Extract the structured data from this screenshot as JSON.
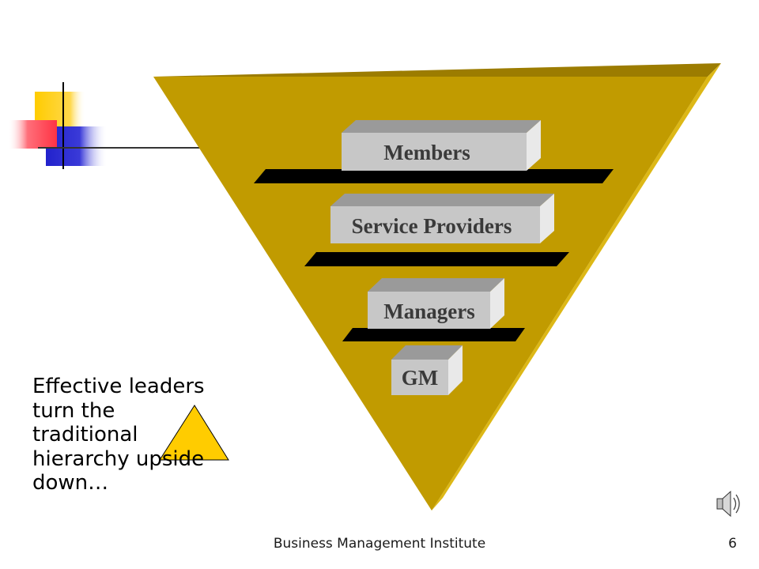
{
  "pyramid": {
    "levels": [
      {
        "label": "Members"
      },
      {
        "label": "Service Providers"
      },
      {
        "label": "Managers"
      },
      {
        "label": "GM"
      }
    ]
  },
  "caption": {
    "lines": [
      "Effective leaders",
      "turn the",
      "traditional",
      "hierarchy upside",
      "down…"
    ]
  },
  "footer": {
    "title": "Business Management Institute",
    "slide_number": "6"
  },
  "icons": {
    "corner_decoration": "color-squares-logo",
    "inline_triangle": "yellow-triangle-icon",
    "audio": "speaker-icon"
  },
  "colors": {
    "pyramid_front": "#c19b00",
    "pyramid_top": "#9c7c00",
    "pyramid_side": "#ddb816",
    "shelf": "#000000",
    "block_front": "#c7c7c7",
    "block_top": "#9a9a9a",
    "block_side": "#e9e9e9",
    "triangle_fill": "#ffcc00"
  }
}
